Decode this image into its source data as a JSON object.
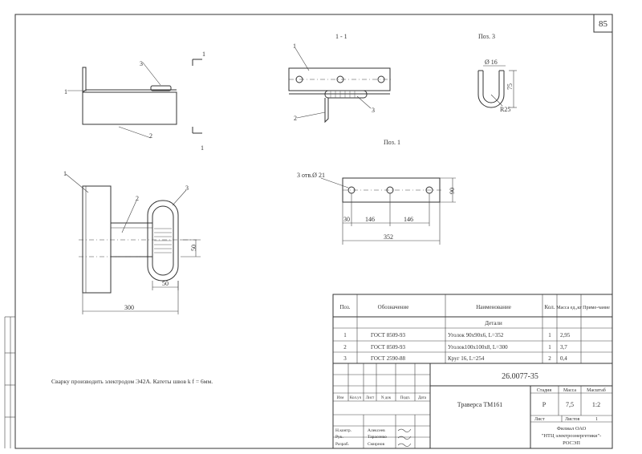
{
  "sheet": {
    "number": "85"
  },
  "views": {
    "section_label": "1 - 1",
    "pos3_title": "Поз. 3",
    "pos1_title": "Поз. 1",
    "cut_mark": "1",
    "callouts": [
      "1",
      "2",
      "3"
    ]
  },
  "dims": {
    "pos3_dia": "Ø 16",
    "pos3_height": "75",
    "pos3_radius": "R25",
    "holes": "3 отв.Ø 21",
    "pos1_height": "90",
    "d30": "30",
    "d146a": "146",
    "d146b": "146",
    "d352": "352",
    "plan_50a": "50",
    "plan_50b": "50",
    "d300": "300"
  },
  "note": "Сварку производить электродом Э42А. Катеты швов k f = 6мм.",
  "spec": {
    "headers": {
      "pos": "Поз.",
      "designation": "Обозначение",
      "name": "Наименование",
      "qty": "Кол.",
      "mass": "Масса ед.,кг",
      "note": "Приме-чание"
    },
    "section": "Детали",
    "rows": [
      {
        "pos": "1",
        "designation": "ГОСТ 8509-93",
        "name": "Уголок 90х90х6,  L=352",
        "qty": "1",
        "mass": "2,95"
      },
      {
        "pos": "2",
        "designation": "ГОСТ 8509-93",
        "name": "Уголок100х100х8,  L=300",
        "qty": "1",
        "mass": "3,7"
      },
      {
        "pos": "3",
        "designation": "ГОСТ 2590-88",
        "name": "Круг 16,   L=254",
        "qty": "2",
        "mass": "0,4"
      }
    ]
  },
  "titleblock": {
    "code": "26.0077-35",
    "title": "Траверса ТМ161",
    "col_labels": [
      "Изм",
      "Кол.уч",
      "Лист",
      "N док",
      "Подп.",
      "Дата"
    ],
    "stage_label": "Стадия",
    "mass_label": "Масса",
    "scale_label": "Масштаб",
    "stage": "Р",
    "mass": "7,5",
    "scale": "1:2",
    "sheet_label": "Лист",
    "sheets_label": "Листов",
    "sheets": "1",
    "people": [
      {
        "role": "Н.контр.",
        "name": "Алексеев"
      },
      {
        "role": "Рук.",
        "name": "Тарасенко"
      },
      {
        "role": "Разраб.",
        "name": "Смирнов"
      }
    ],
    "org_line1": "Филиал ОАО",
    "org_line2": "\"НТЦ электроэнергетики\"-",
    "org_line3": "РОСЭП"
  }
}
